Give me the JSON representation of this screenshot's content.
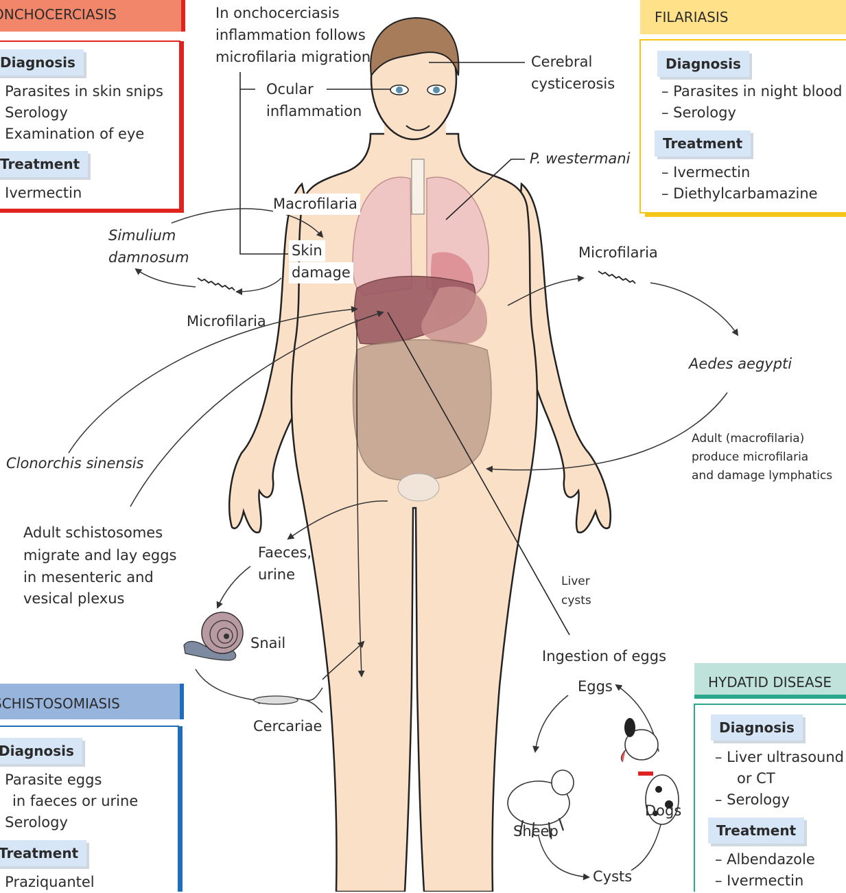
{
  "boxes": {
    "onchocerciasis": {
      "title": "ONCHOCERCIASIS",
      "diagnosis_label": "Diagnosis",
      "diagnosis_items": [
        "– Parasites in skin snips",
        "– Serology",
        "– Examination of eye"
      ],
      "treatment_label": "Treatment",
      "treatment_items": [
        "– Ivermectin"
      ]
    },
    "filariasis": {
      "title": "FILARIASIS",
      "diagnosis_label": "Diagnosis",
      "diagnosis_items": [
        "– Parasites in night blood",
        "– Serology"
      ],
      "treatment_label": "Treatment",
      "treatment_items": [
        "– Ivermectin",
        "– Diethylcarbamazine"
      ]
    },
    "schistosomiasis": {
      "title": "SCHISTOSOMIASIS",
      "diagnosis_label": "Diagnosis",
      "diagnosis_items": [
        "– Parasite eggs",
        "in faeces or urine",
        "– Serology"
      ],
      "treatment_label": "Treatment",
      "treatment_items": [
        "– Praziquantel"
      ]
    },
    "hydatid": {
      "title": "HYDATID DISEASE",
      "diagnosis_label": "Diagnosis",
      "diagnosis_items": [
        "– Liver ultrasound",
        "or CT",
        "– Serology"
      ],
      "treatment_label": "Treatment",
      "treatment_items": [
        "– Albendazole",
        "– Ivermectin"
      ]
    }
  },
  "labels": {
    "oncho_note": [
      "In onchocerciasis",
      "inflammation follows",
      "microfilaria migration"
    ],
    "ocular": [
      "Ocular",
      "inflammation"
    ],
    "cerebral": [
      "Cerebral",
      "cysticerosis"
    ],
    "p_westermani": "P. westermani",
    "macrofilaria": "Macrofilaria",
    "skin_damage": [
      "Skin",
      "damage"
    ],
    "simulium": [
      "Simulium",
      "damnosum"
    ],
    "microfilaria_left": "Microfilaria",
    "microfilaria_right": "Microfilaria",
    "aedes": "Aedes aegypti",
    "adult_macro": [
      "Adult (macrofilaria)",
      "produce microfilaria",
      "and damage lymphatics"
    ],
    "clonorchis": "Clonorchis sinensis",
    "adult_schisto": [
      "Adult schistosomes",
      "migrate and lay eggs",
      "in mesenteric and",
      "vesical plexus"
    ],
    "faeces": [
      "Faeces,",
      "urine"
    ],
    "snail": "Snail",
    "cercariae": "Cercariae",
    "liver_cysts": [
      "Liver",
      "cysts"
    ],
    "ingestion": "Ingestion of eggs",
    "eggs": "Eggs",
    "sheep": "Sheep",
    "dogs": "Dogs",
    "cysts": "Cysts"
  },
  "colors": {
    "oncho_head": "#f2866a",
    "oncho_border": "#e0231d",
    "filaria_head": "#ffe18a",
    "filaria_border": "#f5c518",
    "schisto_head": "#97b4dc",
    "schisto_border": "#1d6fbd",
    "hydatid_head": "#bfe3da",
    "hydatid_border": "#2aa68a",
    "skin": "#fbe0c8"
  }
}
